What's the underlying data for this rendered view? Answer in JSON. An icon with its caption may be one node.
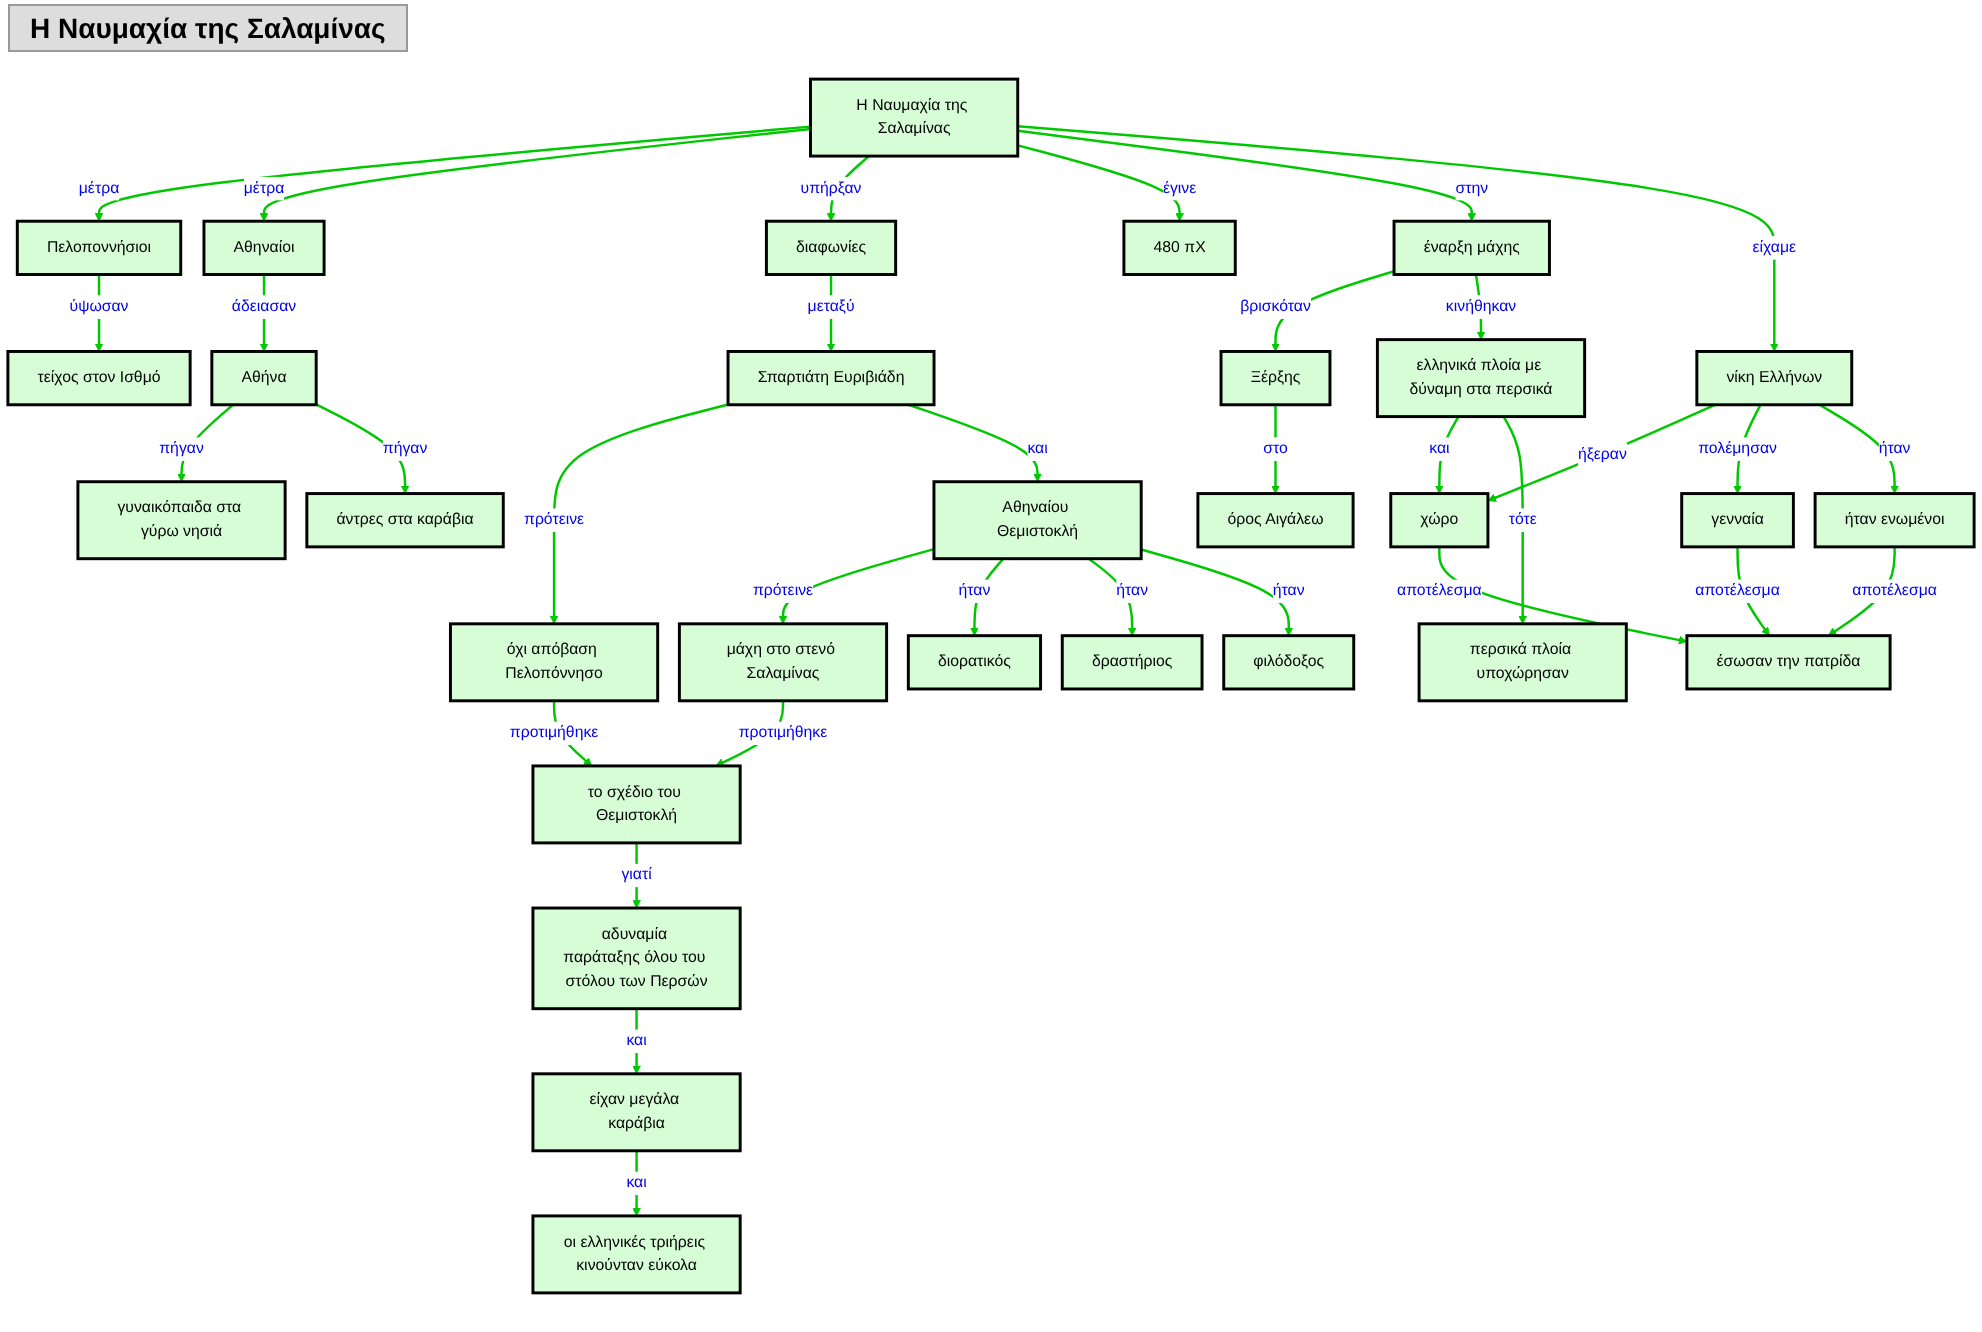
{
  "diagram": {
    "title": "Η Ναυμαχία της Σαλαμίνας",
    "nodes": [
      {
        "text": [
          "το σχέδιο του Θεμιστοκλή"
        ]
      },
      {
        "text": [
          "αδυναμία παράταξης όλου του στόλου των Περσών"
        ]
      },
      {
        "text": [
          "μάχη στο στενό Σαλαμίνας"
        ]
      },
      {
        "text": [
          "διορατικός"
        ]
      },
      {
        "text": [
          "όχι απόβαση Πελοπόννησο"
        ]
      },
      {
        "text": [
          "δραστήριος"
        ]
      },
      {
        "text": [
          "είχαν μεγάλα καράβια"
        ]
      },
      {
        "text": [
          "Αθηναίου Θεμιστοκλή"
        ]
      },
      {
        "text": [
          "φιλόδοξος"
        ]
      },
      {
        "text": [
          "Σπαρτιάτη Ευριβιάδη"
        ]
      },
      {
        "text": [
          "τείχος στον Ισθμό"
        ]
      },
      {
        "text": [
          "Πελοποννήσιοι"
        ]
      },
      {
        "text": [
          "οι ελληνικές τριήρεις κινούνταν εύκολα"
        ]
      },
      {
        "text": [
          "Αθήνα"
        ]
      },
      {
        "text": [
          "διαφωνίες"
        ]
      },
      {
        "text": [
          "Αθηναίοι"
        ]
      },
      {
        "text": [
          "480 πΧ"
        ]
      },
      {
        "text": [
          "γυναικόπαιδα στα γύρω νησιά"
        ]
      },
      {
        "text": [
          "Ξέρξης"
        ]
      },
      {
        "text": [
          "άντρες στα καράβια"
        ]
      },
      {
        "text": [
          "Η Ναυμαχία της Σαλαμίνας"
        ]
      },
      {
        "text": [
          "νίκη Ελλήνων"
        ]
      },
      {
        "text": [
          "έναρξη μάχης"
        ]
      },
      {
        "text": [
          "όρος Αιγάλεω"
        ]
      },
      {
        "text": [
          "χώρο"
        ]
      },
      {
        "text": [
          "γενναία"
        ]
      },
      {
        "text": [
          "ήταν ενωμένοι"
        ]
      },
      {
        "text": [
          "ελληνικά πλοία με δύναμη στα περσικά"
        ]
      },
      {
        "text": [
          "περσικά πλοία υποχώρησαν"
        ]
      },
      {
        "text": [
          "έσωσαν την πατρίδα"
        ]
      }
    ],
    "edges": [
      {
        "from": 0,
        "to": 1,
        "arrow": "to",
        "label": "γιατί"
      },
      {
        "from": 1,
        "to": 6,
        "arrow": "to",
        "label": "και"
      },
      {
        "from": 6,
        "to": 12,
        "arrow": "to",
        "label": "και"
      },
      {
        "from": 2,
        "to": 0,
        "arrow": "to",
        "label": "προτιμήθηκε"
      },
      {
        "from": 4,
        "to": 0,
        "arrow": "to",
        "label": "προτιμήθηκε"
      },
      {
        "from": 9,
        "to": 4,
        "arrow": "to",
        "label": "πρότεινε"
      },
      {
        "from": 7,
        "to": 2,
        "arrow": "to",
        "label": "πρότεινε"
      },
      {
        "from": 9,
        "to": 7,
        "arrow": "to",
        "label": "και"
      },
      {
        "from": 7,
        "to": 3,
        "arrow": "to",
        "label": "ήταν"
      },
      {
        "from": 7,
        "to": 5,
        "arrow": "to",
        "label": "ήταν"
      },
      {
        "from": 7,
        "to": 8,
        "arrow": "to",
        "label": "ήταν"
      },
      {
        "from": 14,
        "to": 9,
        "arrow": "to",
        "label": "μεταξύ"
      },
      {
        "from": 11,
        "to": 10,
        "arrow": "to",
        "label": "ύψωσαν"
      },
      {
        "from": 15,
        "to": 13,
        "arrow": "to",
        "label": "άδειασαν"
      },
      {
        "from": 13,
        "to": 17,
        "arrow": "to",
        "label": "πήγαν"
      },
      {
        "from": 13,
        "to": 19,
        "arrow": "to",
        "label": "πήγαν"
      },
      {
        "from": 20,
        "to": 11,
        "arrow": "to",
        "label": "μέτρα"
      },
      {
        "from": 20,
        "to": 15,
        "arrow": "to",
        "label": "μέτρα"
      },
      {
        "from": 20,
        "to": 14,
        "arrow": "to",
        "label": "υπήρξαν"
      },
      {
        "from": 20,
        "to": 16,
        "arrow": "to",
        "label": "έγινε"
      },
      {
        "from": 20,
        "to": 22,
        "arrow": "to",
        "label": "στην"
      },
      {
        "from": 20,
        "to": 21,
        "arrow": "to",
        "label": "είχαμε"
      },
      {
        "from": 22,
        "to": 18,
        "arrow": "to",
        "label": "βρισκόταν"
      },
      {
        "from": 18,
        "to": 23,
        "arrow": "to",
        "label": "στο"
      },
      {
        "from": 22,
        "to": 27,
        "arrow": "to",
        "label": "κινήθηκαν"
      },
      {
        "from": 27,
        "to": 24,
        "arrow": "to",
        "label": "και"
      },
      {
        "from": 27,
        "to": 28,
        "arrow": "to",
        "label": "τότε"
      },
      {
        "from": 21,
        "to": 24,
        "arrow": "to",
        "label": "ήξεραν"
      },
      {
        "from": 21,
        "to": 25,
        "arrow": "to",
        "label": "πολέμησαν"
      },
      {
        "from": 21,
        "to": 26,
        "arrow": "to",
        "label": "ήταν"
      },
      {
        "from": 24,
        "to": 29,
        "arrow": "to",
        "label": "αποτέλεσμα"
      },
      {
        "from": 25,
        "to": 29,
        "arrow": "to",
        "label": "αποτέλεσμα"
      },
      {
        "from": 26,
        "to": 29,
        "arrow": "to",
        "label": "αποτέλεσμα"
      }
    ]
  }
}
